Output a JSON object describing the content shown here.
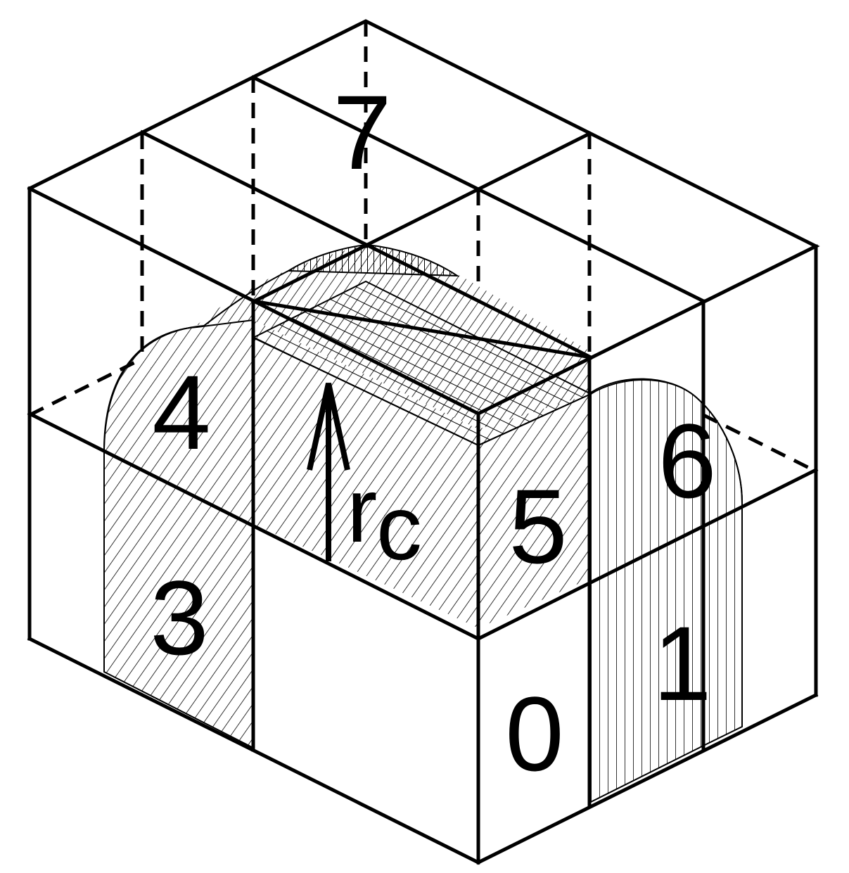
{
  "figure": {
    "cell_labels": [
      {
        "id": "0",
        "text": "0"
      },
      {
        "id": "1",
        "text": "1"
      },
      {
        "id": "3",
        "text": "3"
      },
      {
        "id": "4",
        "text": "4"
      },
      {
        "id": "5",
        "text": "5"
      },
      {
        "id": "6",
        "text": "6"
      },
      {
        "id": "7",
        "text": "7"
      }
    ],
    "radius": {
      "symbol": "r",
      "subscript": "c"
    },
    "line_color": "#000000",
    "background": "#ffffff"
  }
}
